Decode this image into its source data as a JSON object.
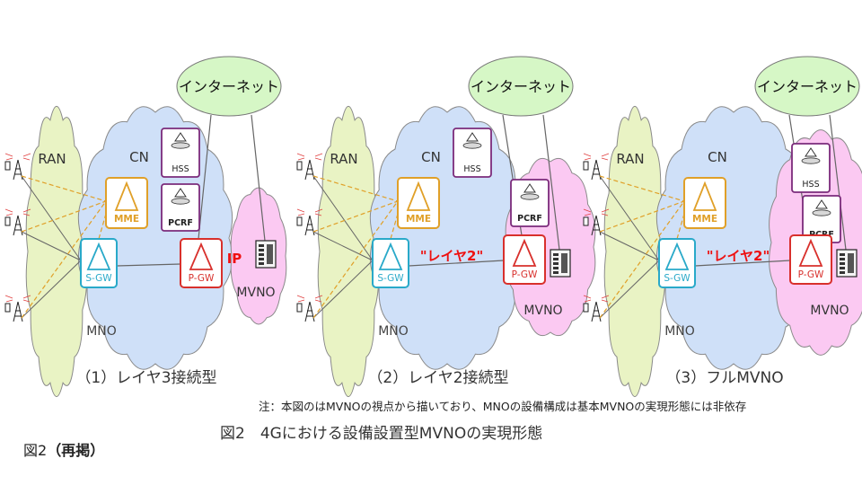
{
  "labels": {
    "internet": "インターネット",
    "ran": "RAN",
    "cn": "CN",
    "mno": "MNO",
    "mvno": "MVNO",
    "hss": "HSS",
    "mme": "MME",
    "pcrf": "PCRF",
    "sgw": "S-GW",
    "pgw": "P-GW",
    "ip": "IP",
    "layer2": "\"レイヤ2\""
  },
  "colors": {
    "ran_fill": "#e9f3c4",
    "cn_fill": "#cfe0f8",
    "mvno_fill": "#fbc9f2",
    "internet_fill": "#d6f7c6",
    "hss_pcrf": "#7b2b7b",
    "mme": "#e0a028",
    "sgw": "#29a9c9",
    "pgw": "#d8302c",
    "annotation_red": "#ee1111"
  },
  "panels": [
    {
      "caption": "（1）レイヤ3接続型"
    },
    {
      "caption": "（2）レイヤ2接続型"
    },
    {
      "caption": "（3）フルMVNO"
    }
  ],
  "note": "注：本図のはMVNOの視点から描いており、MNOの設備構成は基本MVNOの実現形態には非依存",
  "figure_title": "図2　4Gにおける設備設置型MVNOの実現形態",
  "figure_ref": "図2",
  "figure_ref_bold": "（再掲）"
}
